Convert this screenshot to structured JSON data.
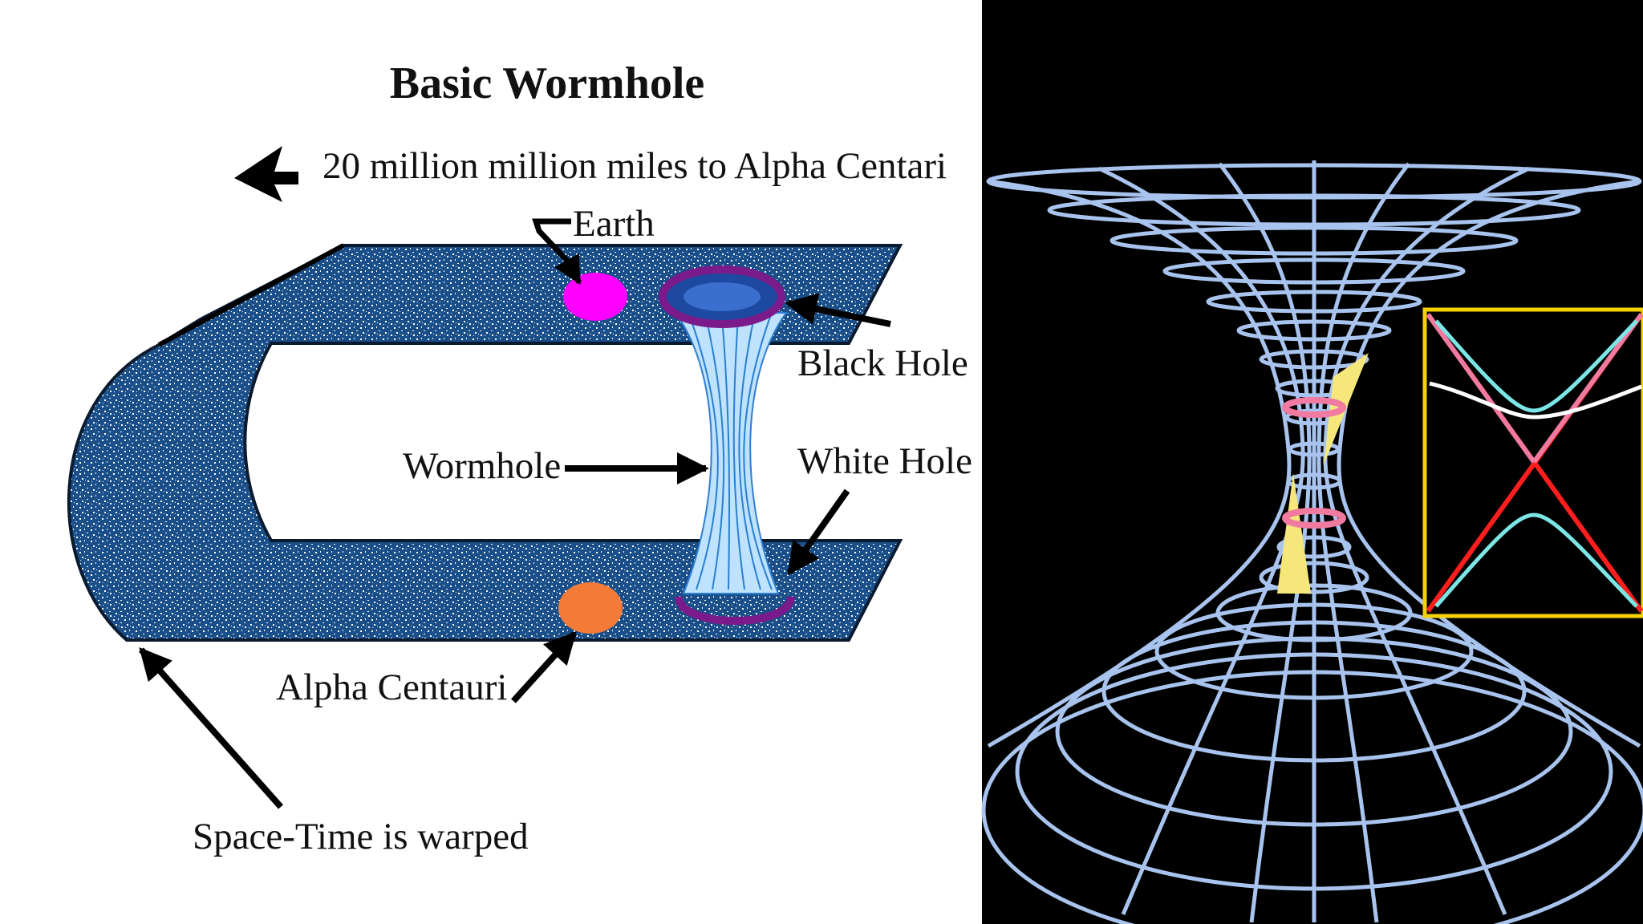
{
  "title": "Basic Wormhole",
  "labels": {
    "distance": "20 million million miles to Alpha Centari",
    "earth": "Earth",
    "black_hole": "Black Hole",
    "wormhole": "Wormhole",
    "white_hole": "White Hole",
    "alpha_centauri": "Alpha Centauri",
    "spacetime": "Space-Time is warped"
  },
  "colors": {
    "spacetime_fabric": "#1a4f8a",
    "earth": "#ff00ff",
    "alpha_centauri": "#f47a38",
    "hole_rim": "#7b1a8a",
    "wormhole_throat": "#4aa8e8",
    "panel_background": "#000000",
    "grid_lines": "#a8c4ee",
    "throat_rings": "#f07aa0",
    "light_cones": "#f6e77a",
    "inset_border": "#f5d200",
    "inset_cross": "#ff1e1e",
    "inset_hyperbola": "#7ce6e6"
  }
}
